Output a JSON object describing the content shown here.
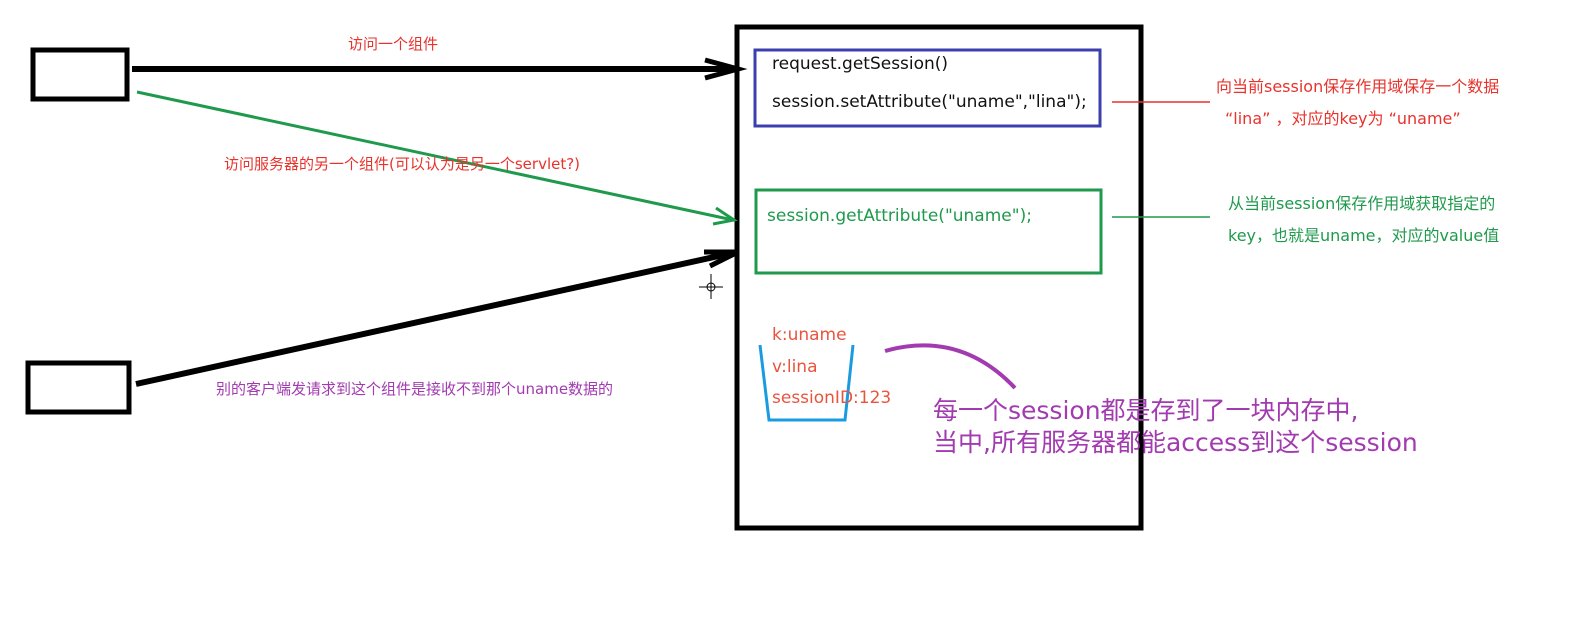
{
  "labels": {
    "visit_component": "访问一个组件",
    "visit_other_component": "访问服务器的另一个组件(可以认为是另一个servlet?)",
    "other_client_note": "别的客户端发请求到这个组件是接收不到那个uname数据的"
  },
  "server": {
    "code_block_1": {
      "line1": "request.getSession()",
      "line2": "session.setAttribute(\"uname\",\"lina\");"
    },
    "code_block_2": {
      "line1": "session.getAttribute(\"uname\");"
    },
    "storage": {
      "key": "k:uname",
      "value": "v:lina",
      "session_id": "sessionID:123"
    }
  },
  "notes": {
    "save_note": {
      "line1": "向当前session保存作用域保存一个数据",
      "line2": "“lina” ，对应的key为 “uname”"
    },
    "get_note": {
      "line1": "从当前session保存作用域获取指定的",
      "line2": "key，也就是uname，对应的value值"
    },
    "memory_note": {
      "line1": "每一个session都是存到了一块内存中,",
      "line2": "当中,所有服务器都能access到这个session"
    }
  },
  "colors": {
    "black": "#000000",
    "blue_box": "#3b3fae",
    "green": "#1f9a4c",
    "red": "#e8322c",
    "purple": "#a23ab0",
    "cyan": "#1a9be0",
    "coral": "#e9543f"
  }
}
